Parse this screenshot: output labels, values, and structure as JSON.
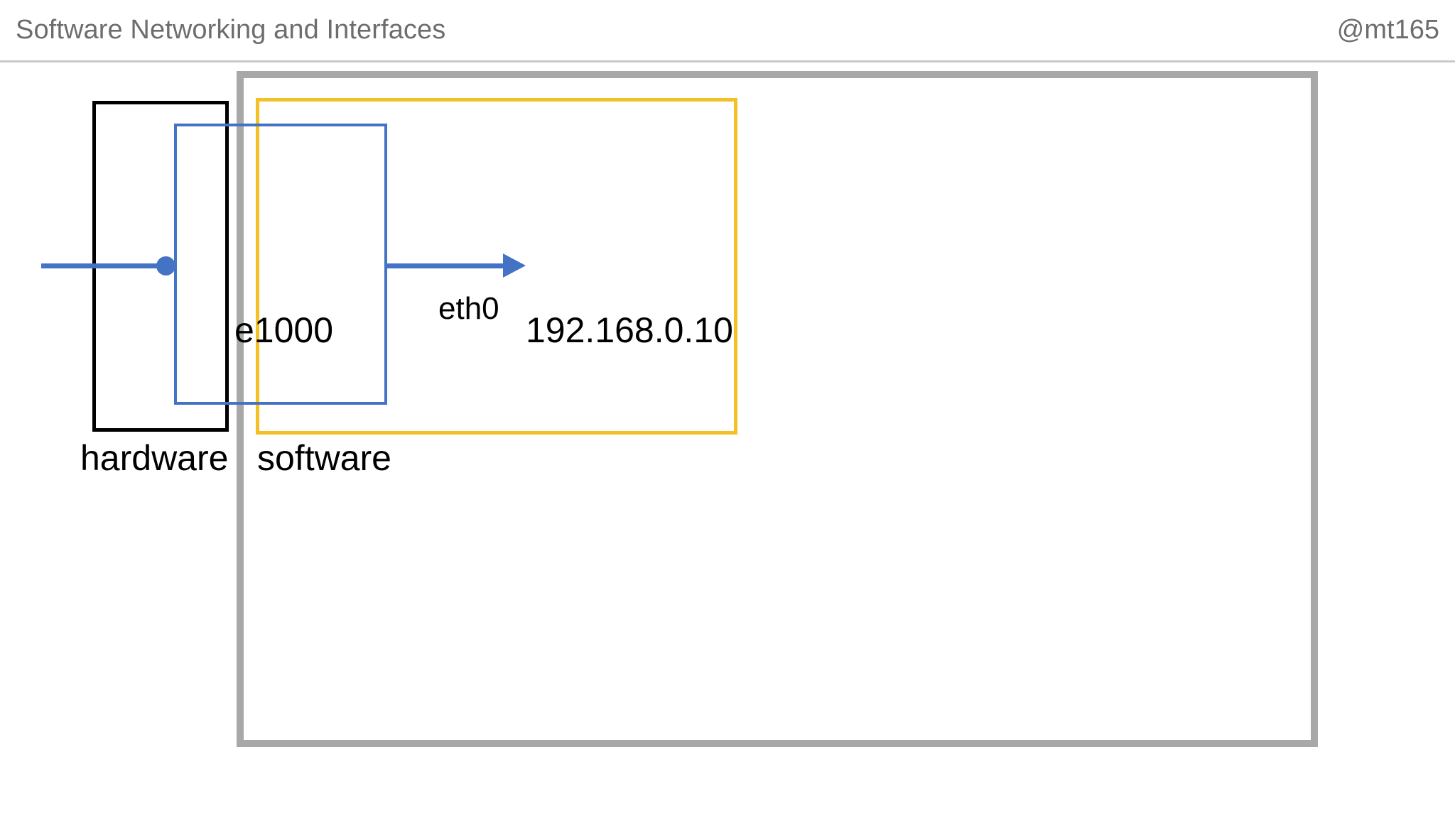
{
  "header": {
    "title": "Software Networking and Interfaces",
    "handle": "@mt165",
    "title_color": "#6d6d6d",
    "divider_color": "#c9c9c9"
  },
  "diagram": {
    "type": "block-diagram",
    "boxes": [
      {
        "id": "machine",
        "label": "",
        "color": "#a8a8a8",
        "role": "outer-machine-boundary"
      },
      {
        "id": "hardware",
        "label": "hardware",
        "color": "#000000",
        "role": "hardware-region"
      },
      {
        "id": "software",
        "label": "software",
        "color": "#f3c025",
        "role": "software-region"
      },
      {
        "id": "e1000",
        "label": "e1000",
        "color": "#4472c4",
        "role": "nic-driver"
      }
    ],
    "connections": [
      {
        "id": "physical-link",
        "label": "",
        "color": "#4472c4",
        "from": "external-network",
        "to": "e1000",
        "endpoint_marker": "dot"
      },
      {
        "id": "eth0-link",
        "label": "eth0",
        "color": "#4472c4",
        "from": "e1000",
        "to": "192.168.0.10",
        "endpoint_marker": "arrow"
      }
    ],
    "labels": {
      "e1000": "e1000",
      "eth0": "eth0",
      "ip_address": "192.168.0.10",
      "hardware": "hardware",
      "software": "software"
    }
  }
}
